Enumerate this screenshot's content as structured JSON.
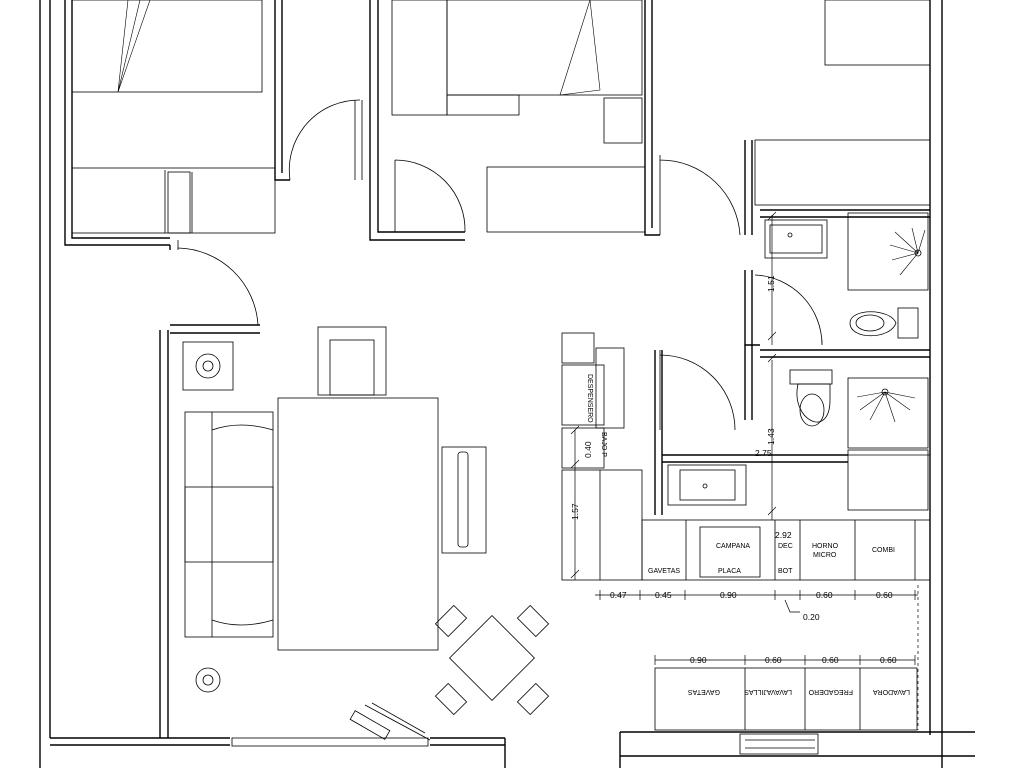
{
  "labels": {
    "despensero": "DESPENSERO",
    "bajo_p": "BAJO P",
    "campana": "CAMPANA",
    "placa": "PLACA",
    "dec": "DEC",
    "bot": "BOT",
    "horno": "HORNO",
    "micro": "MICRO",
    "combi": "COMBI",
    "gavetas": "GAVETAS",
    "gavetas_lower": "GAVETAS",
    "lavavajillas": "LAVAVAJILLAS",
    "fregadero": "FREGADERO",
    "lavadora": "LAVADORA"
  },
  "dimensions": {
    "d_151": "1.51",
    "d_143": "1.43",
    "d_275": "2.75",
    "d_292": "2.92",
    "d_040": "0.40",
    "d_157": "1.57",
    "bottom": [
      "0.47",
      "0.45",
      "0.90",
      "0.60",
      "0.60"
    ],
    "d_020": "0.20",
    "lower": [
      "0.90",
      "0.60",
      "0.60",
      "0.60"
    ]
  }
}
